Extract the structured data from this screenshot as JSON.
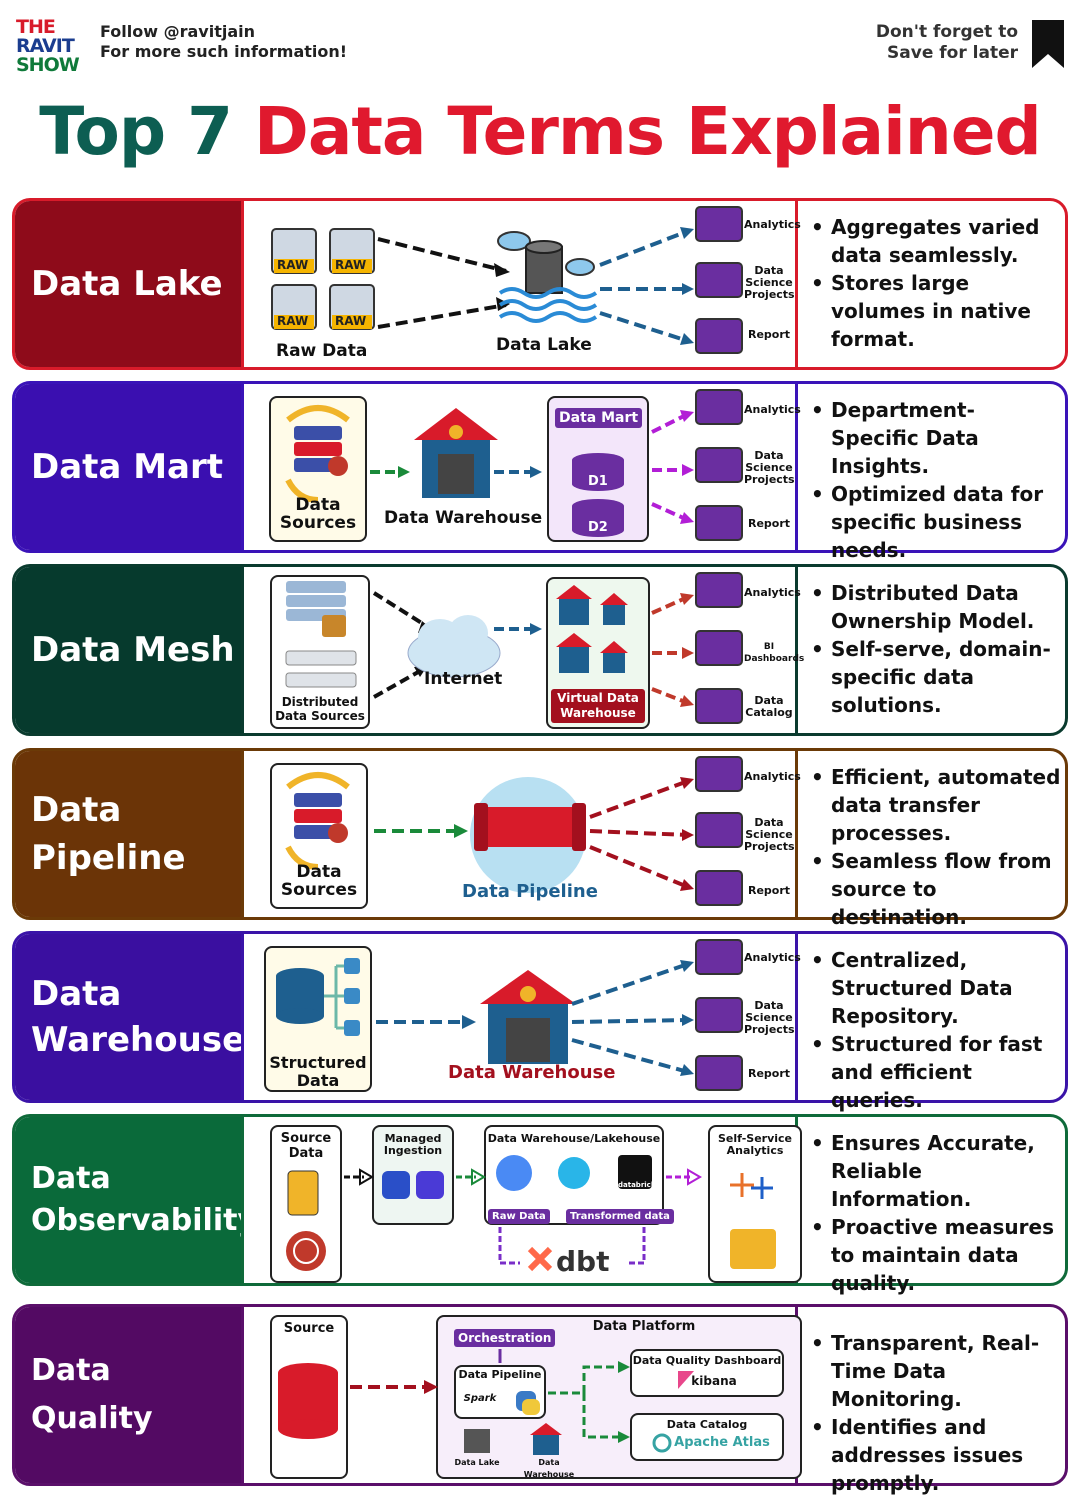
{
  "header": {
    "logo_lines": [
      "THE",
      "RAVIT",
      "SHOW"
    ],
    "follow_line1": "Follow @ravitjain",
    "follow_line2": "For more such information!",
    "save_line1": "Don't forget to",
    "save_line2": "Save for later",
    "title_part1": "Top 7",
    "title_part2": "Data Terms Explained"
  },
  "rows": [
    {
      "label": "Data Lake",
      "color": "#d81b2a",
      "label_bg": "#8e0b1a",
      "diagram": {
        "raw_tag": "RAW",
        "raw_caption": "Raw Data",
        "center_caption": "Data Lake",
        "outputs": [
          "Analytics",
          "Data Science Projects",
          "Report"
        ]
      },
      "bullets": [
        "Aggregates varied data seamlessly.",
        "Stores large volumes in native format."
      ]
    },
    {
      "label": "Data Mart",
      "color": "#3a13b8",
      "label_bg": "#3a0fb0",
      "diagram": {
        "sources_caption": "Data Sources",
        "warehouse_caption": "Data Warehouse",
        "mart_title": "Data Mart",
        "mart_items": [
          "D1",
          "D2"
        ],
        "outputs": [
          "Analytics",
          "Data Science Projects",
          "Report"
        ]
      },
      "bullets": [
        "Department-Specific Data Insights.",
        "Optimized data for specific business needs."
      ]
    },
    {
      "label": "Data Mesh",
      "color": "#0a3b2e",
      "label_bg": "#063a2d",
      "diagram": {
        "sources_caption": "Distributed Data Sources",
        "cloud_caption": "Internet",
        "vdw_caption": "Virtual Data Warehouse",
        "outputs": [
          "Analytics",
          "BI Dashboards",
          "Data Catalog"
        ]
      },
      "bullets": [
        "Distributed Data Ownership Model.",
        "Self-serve, domain-specific data solutions."
      ]
    },
    {
      "label": "Data Pipeline",
      "color": "#6b3a07",
      "label_bg": "#6b3407",
      "diagram": {
        "sources_caption": "Data Sources",
        "pipe_caption": "Data Pipeline",
        "outputs": [
          "Analytics",
          "Data Science Projects",
          "Report"
        ]
      },
      "bullets": [
        "Efficient, automated data transfer processes.",
        "Seamless flow from source to destination."
      ]
    },
    {
      "label": "Data Warehouse",
      "color": "#3a13a8",
      "label_bg": "#3a0fa0",
      "diagram": {
        "structured_caption": "Structured Data",
        "warehouse_caption": "Data Warehouse",
        "outputs": [
          "Analytics",
          "Data Science Projects",
          "Report"
        ]
      },
      "bullets": [
        "Centralized, Structured Data Repository.",
        "Structured for fast and efficient queries."
      ]
    },
    {
      "label": "Data Observability",
      "color": "#0f6a3a",
      "label_bg": "#0a6a3a",
      "diagram": {
        "source_title": "Source Data",
        "ingestion_title": "Managed Ingestion",
        "warehouse_title": "Data Warehouse/Lakehouse",
        "raw_tag": "Raw Data",
        "transformed_tag": "Transformed data",
        "databricks": "databricks",
        "dbt": "dbt",
        "self_service_title": "Self-Service Analytics"
      },
      "bullets": [
        "Ensures Accurate, Reliable Information.",
        "Proactive measures to maintain data quality."
      ]
    },
    {
      "label": "Data Quality",
      "color": "#5a0f6a",
      "label_bg": "#530a63",
      "diagram": {
        "source_title": "Source",
        "platform_title": "Data Platform",
        "orchestration": "Orchestration",
        "pipeline": "Data Pipeline",
        "spark": "Spark",
        "lake": "Data Lake",
        "warehouse": "Data Warehouse",
        "dq_dashboard": "Data Quality Dashboard",
        "kibana": "kibana",
        "catalog": "Data Catalog",
        "atlas": "Apache Atlas"
      },
      "bullets": [
        "Transparent, Real-Time Data Monitoring.",
        "Identifies and addresses issues promptly."
      ]
    }
  ]
}
